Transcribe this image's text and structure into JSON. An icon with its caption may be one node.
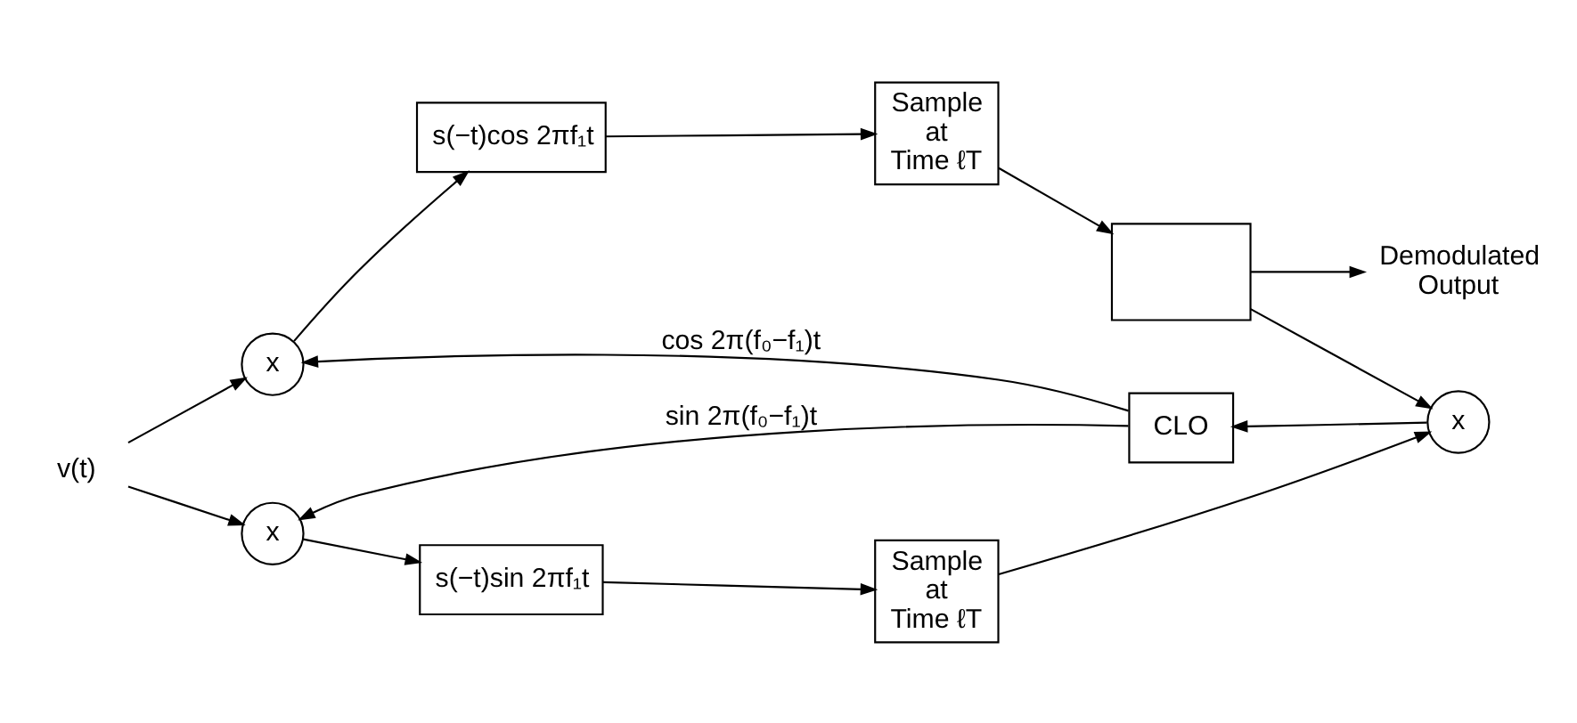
{
  "diagram": {
    "nodes": [
      {
        "text": [
          "x"
        ]
      },
      {
        "text": [
          "s(−t)cos 2πf₁t"
        ]
      },
      {
        "text": [
          "Sample at Time ℓT"
        ]
      },
      {
        "text": [],
        "shape": "box"
      },
      {
        "text": [
          "Demodulated Output"
        ]
      },
      {
        "text": [
          "v(t)"
        ]
      },
      {
        "text": [
          "CLO"
        ]
      },
      {
        "text": [
          "x"
        ]
      },
      {
        "text": [
          "x"
        ]
      },
      {
        "text": [
          "s(−t)sin 2πf₁t"
        ]
      },
      {
        "text": [
          "Sample at Time ℓT"
        ]
      }
    ],
    "edges": [
      {
        "from": 5,
        "to": 0,
        "arrow": "to"
      },
      {
        "from": 5,
        "to": 8,
        "arrow": "to"
      },
      {
        "from": 0,
        "to": 1,
        "arrow": "to"
      },
      {
        "from": 1,
        "to": 2,
        "arrow": "to"
      },
      {
        "from": 2,
        "to": 3,
        "arrow": "to"
      },
      {
        "from": 3,
        "to": 4,
        "arrow": "to"
      },
      {
        "from": 3,
        "to": 7,
        "arrow": "to"
      },
      {
        "from": 7,
        "to": 6,
        "arrow": "to"
      },
      {
        "from": 6,
        "to": 0,
        "arrow": "to",
        "label": "cos 2π(f₀−f₁)t"
      },
      {
        "from": 6,
        "to": 8,
        "arrow": "to",
        "label": "sin 2π(f₀−f₁)t"
      },
      {
        "from": 8,
        "to": 9,
        "arrow": "to"
      },
      {
        "from": 9,
        "to": 10,
        "arrow": "to"
      },
      {
        "from": 10,
        "to": 7,
        "arrow": "to"
      }
    ]
  }
}
